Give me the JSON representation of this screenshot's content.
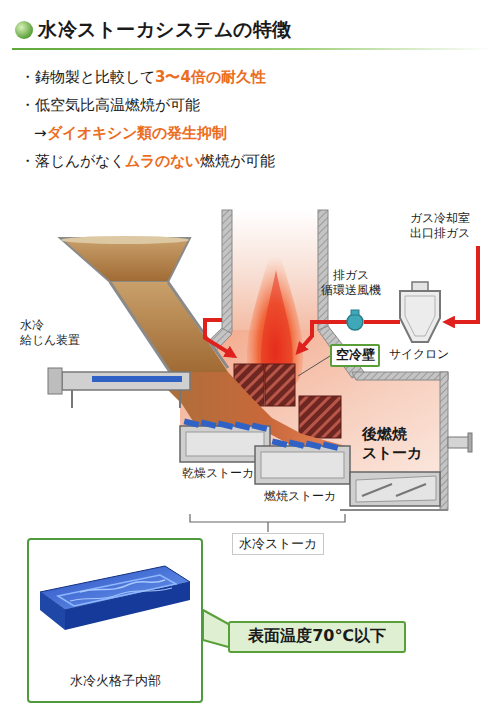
{
  "diagram": {
    "title": "水冷ストーカシステムの特徴",
    "nodes": [
      {
        "text": [
          "空冷壁"
        ]
      },
      {
        "text": [
          "水冷火格子内部"
        ]
      },
      {
        "text": [
          "表面温度70℃以下"
        ]
      }
    ],
    "labels": [
      "・鋳物製と比較して",
      "3〜4倍の耐久性",
      "・低空気比高温燃焼が可能",
      "→",
      "ダイオキシン類の発生抑制",
      "・落じんがなく",
      "ムラのない",
      "燃焼が可能",
      "ガス冷却室 出口排ガス",
      "排ガス 循環送風機",
      "水冷 給じん装置",
      "サイクロン",
      "後燃焼 ストーカ",
      "乾燥ストーカ",
      "燃焼ストーカ",
      "水冷ストーカ"
    ]
  }
}
